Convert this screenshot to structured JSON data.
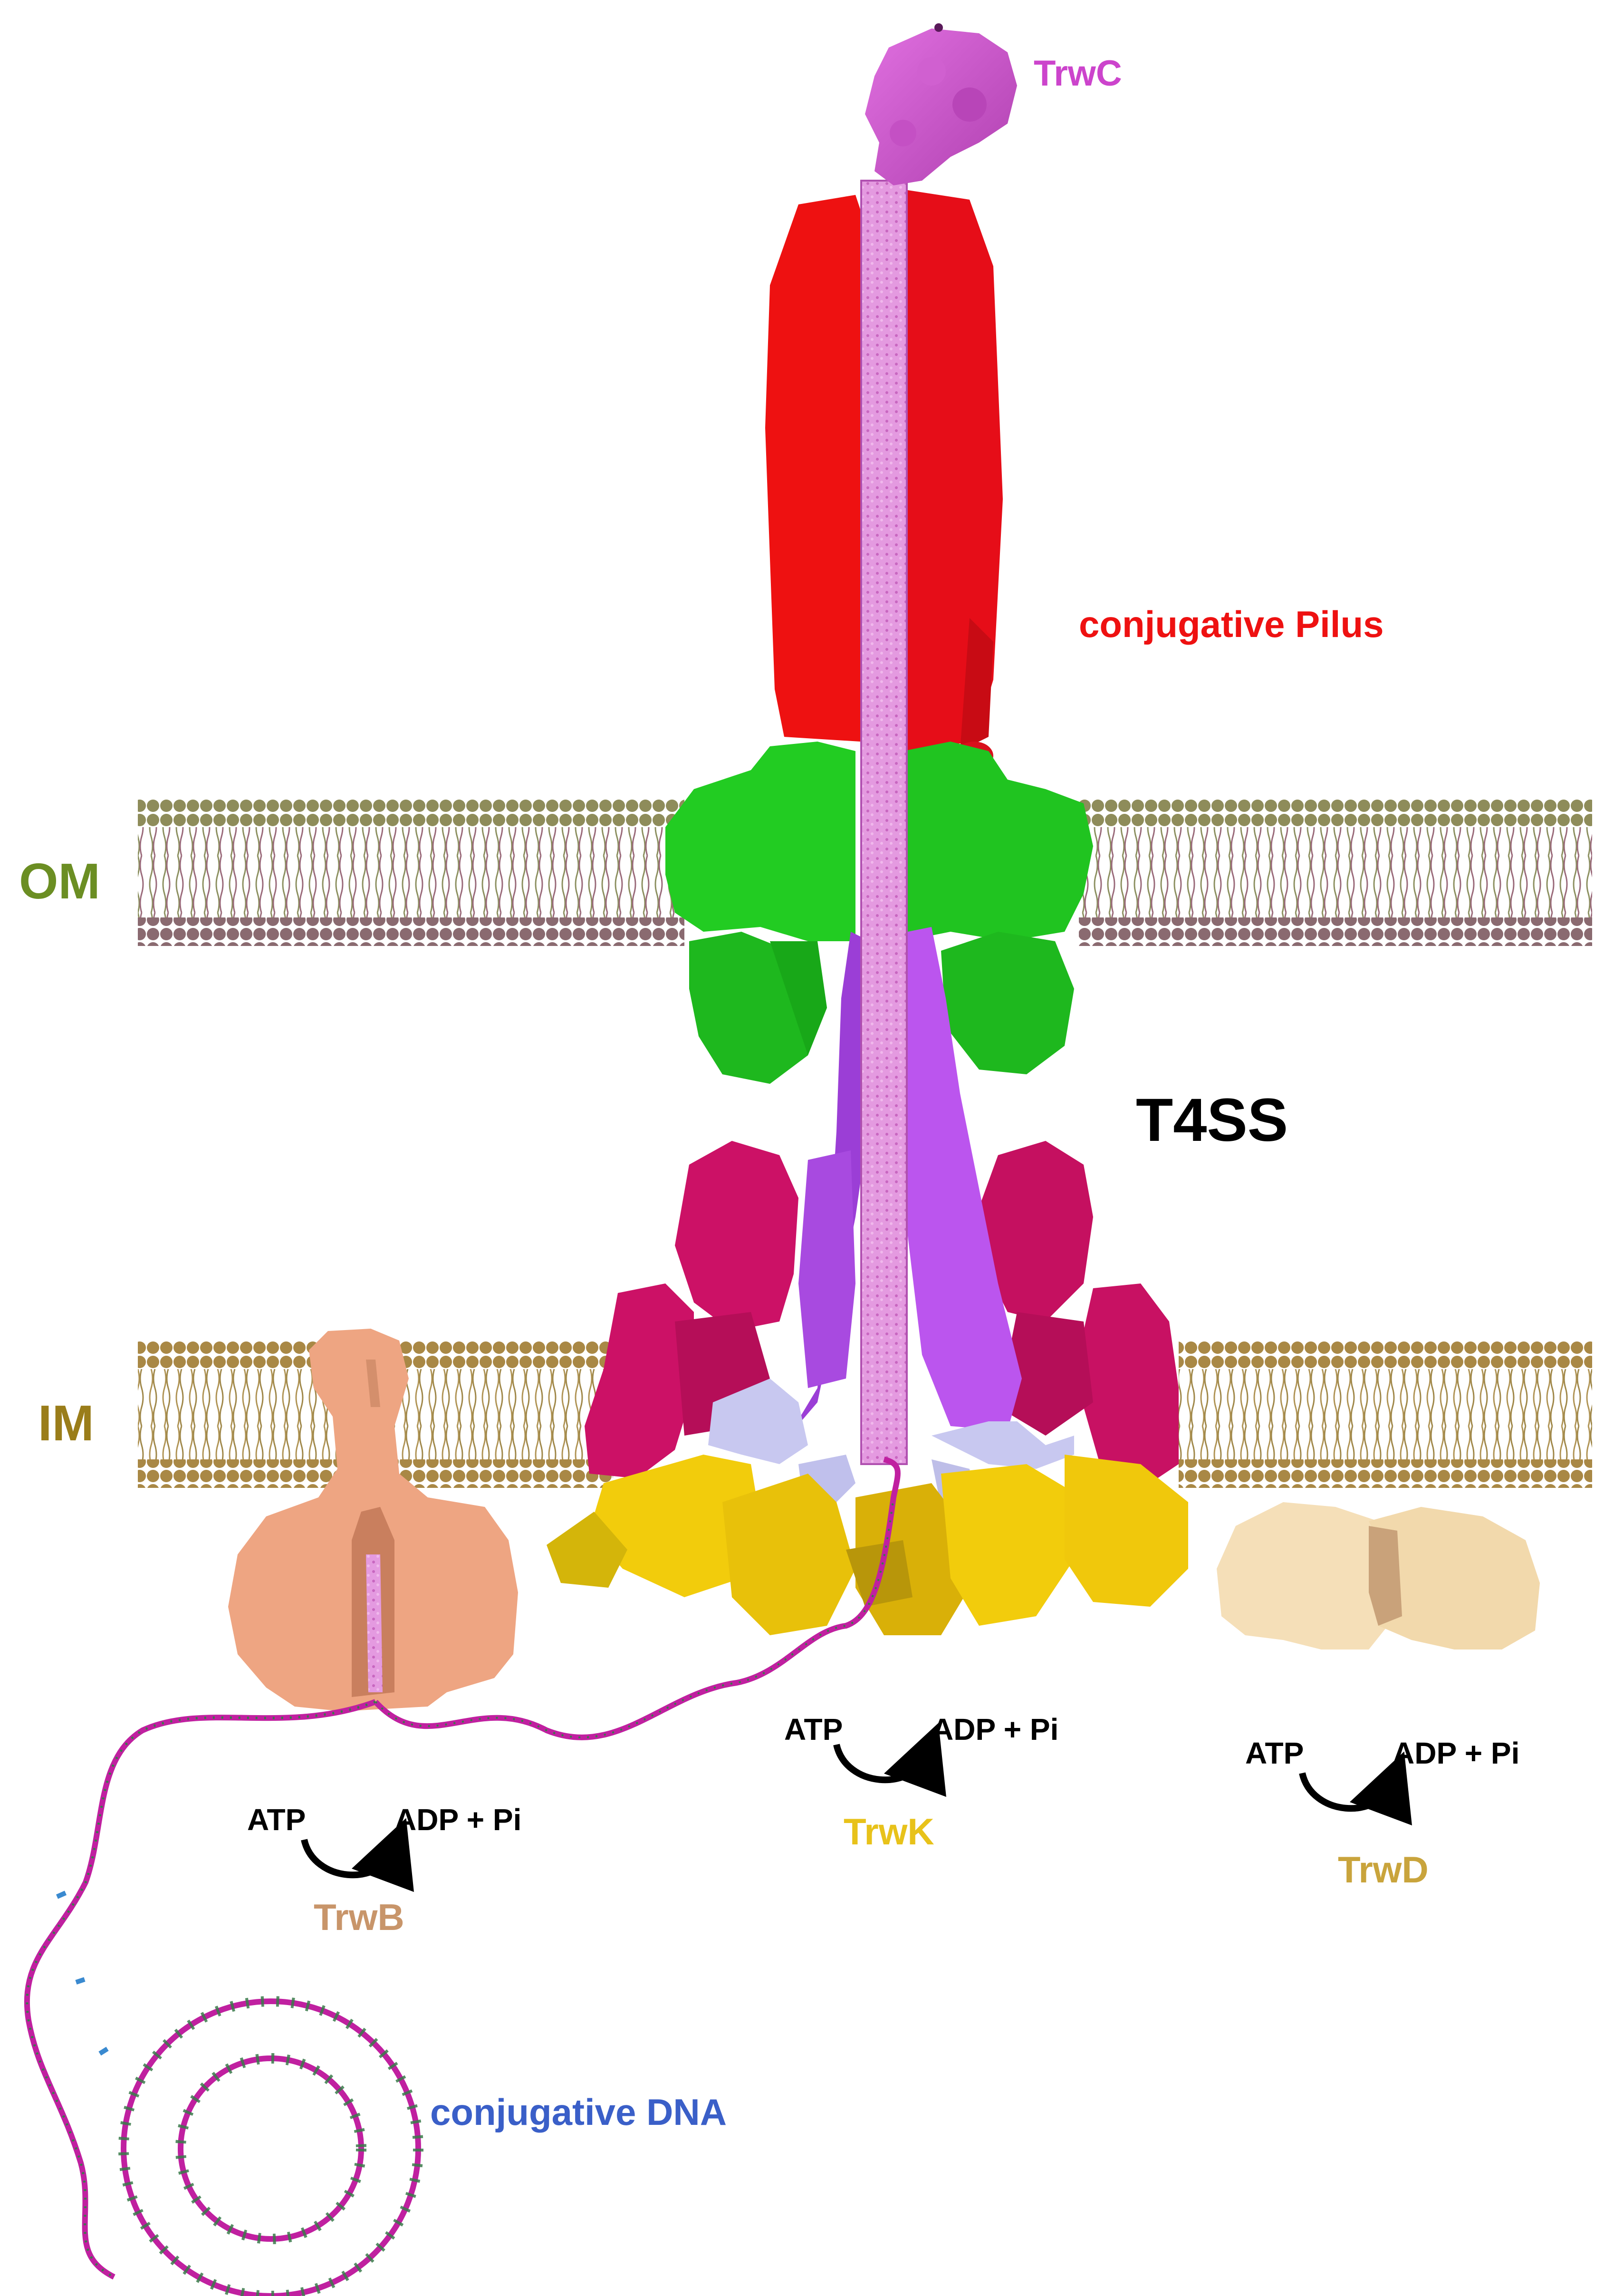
{
  "labels": {
    "trwc": "TrwC",
    "pilus": "conjugative Pilus",
    "om": "OM",
    "t4ss": "T4SS",
    "im": "IM",
    "trwk": "TrwK",
    "trwb": "TrwB",
    "trwd": "TrwD",
    "dna": "conjugative DNA"
  },
  "reactions": {
    "trwk": {
      "substrate": "ATP",
      "product": "ADP + Pi"
    },
    "trwb": {
      "substrate": "ATP",
      "product": "ADP + Pi"
    },
    "trwd": {
      "substrate": "ATP",
      "product": "ADP + Pi"
    }
  },
  "colors": {
    "trwc": "#cc44cc",
    "pilus": "#ee1111",
    "om_label": "#6b8e23",
    "im_label": "#9a7d1a",
    "trwk_label": "#e8c21a",
    "trwb_label": "#c8956a",
    "trwd_label": "#c9a43c",
    "dna_label": "#3a5fc8",
    "core_green": "#22cc22",
    "inner_purple": "#bb55ee",
    "stalk_magenta": "#cc1166",
    "atpase_yellow": "#f2cc0c",
    "trwb_body": "#eea582",
    "trwd_body": "#f5dfb8",
    "lipid_om_head": "#8e8c5a",
    "lipid_om_tail": "#8a6a70",
    "lipid_im_head": "#a98845",
    "dna_strand": "#c020a0",
    "dna_base": "#3a7a4a"
  }
}
